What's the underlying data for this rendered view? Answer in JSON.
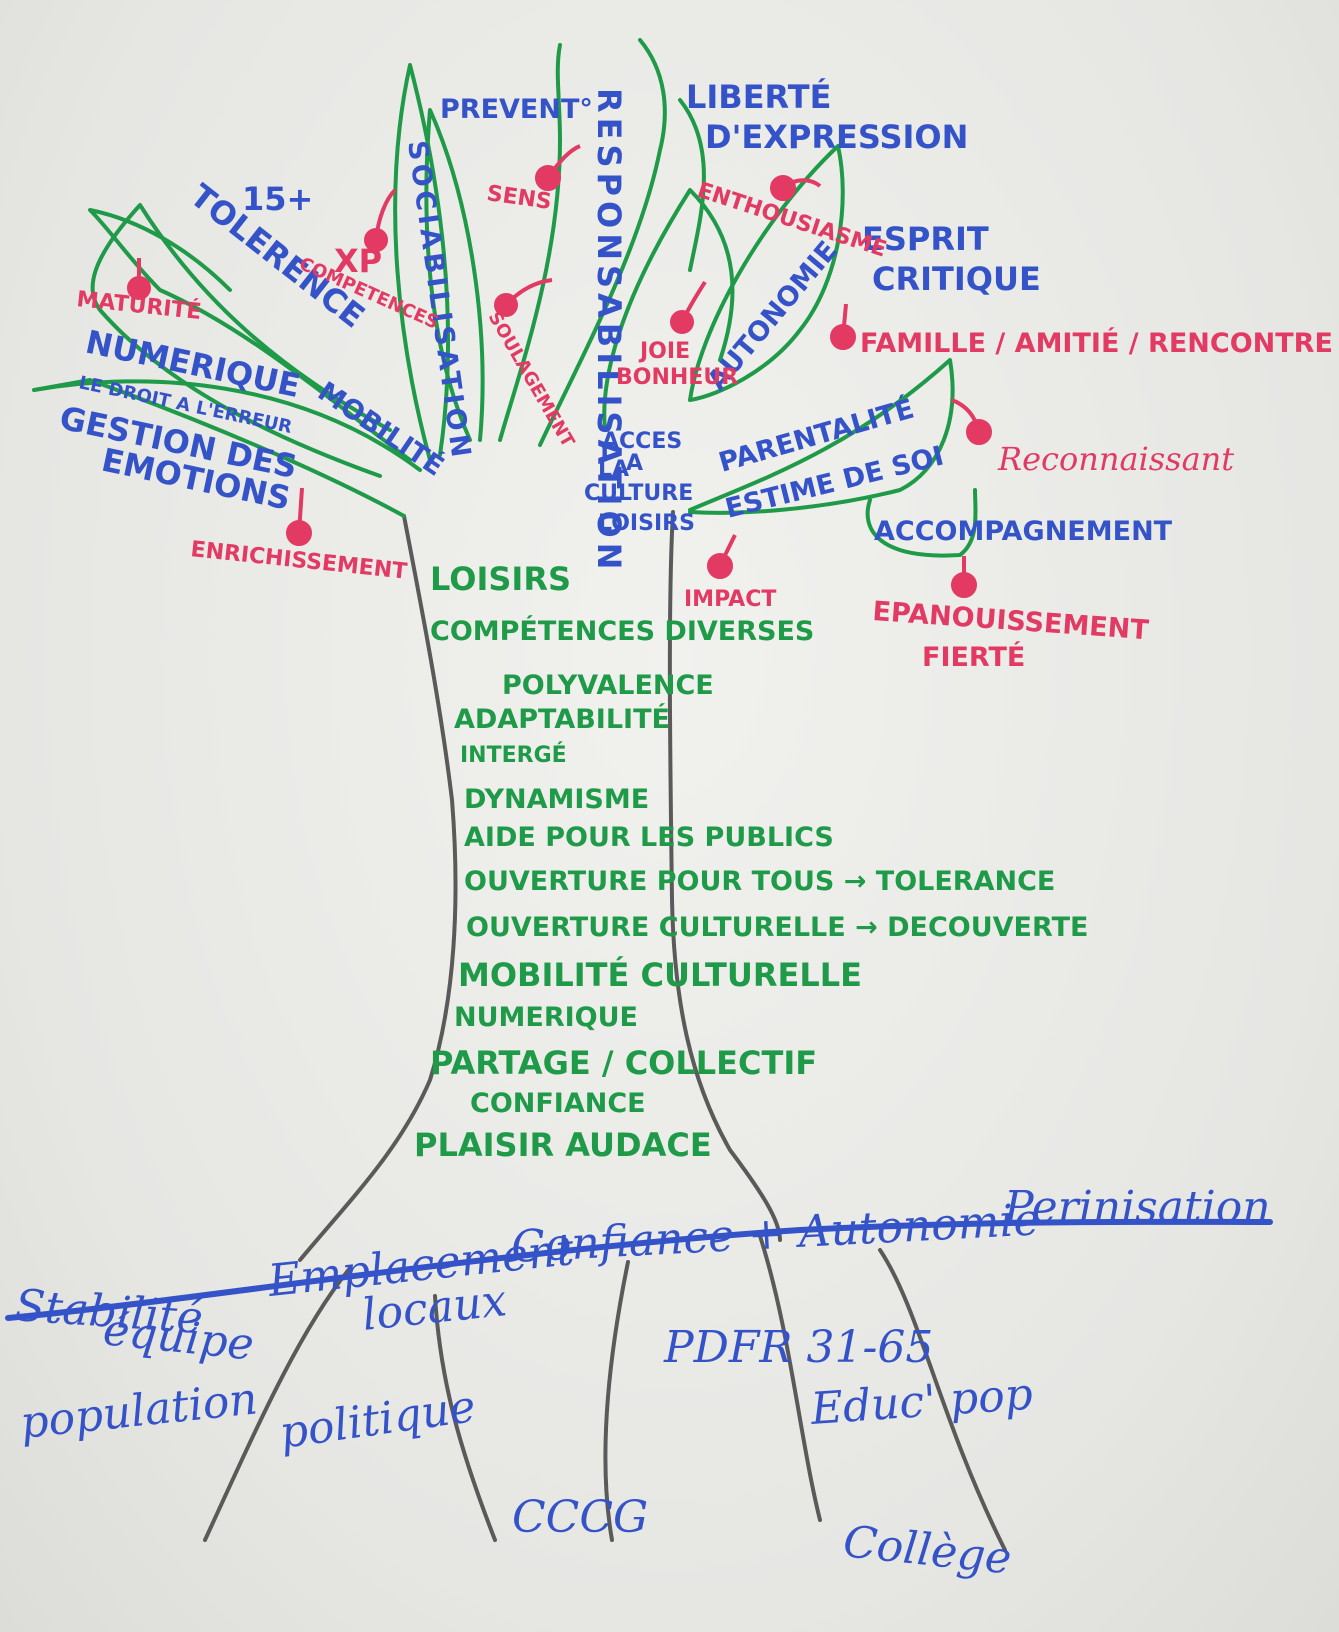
{
  "canopy": {
    "blue": {
      "prevent": "PREVENT°",
      "responsabilisation": "RESPONSABILISATION",
      "liberte": "LIBERTÉ",
      "expression": "D'EXPRESSION",
      "plus15": "15+",
      "tolerance": "TOLERENCE",
      "sociabilisation": "SOCIABILISATION",
      "esprit": "ESPRIT",
      "critique": "CRITIQUE",
      "numerique": "NUMERIQUE",
      "mobilite": "MOBILITÉ",
      "droit_erreur": "LE DROIT A L'ERREUR",
      "gestion": "GESTION DES",
      "emotions": "EMOTIONS",
      "autonomie": "AUTONOMIE",
      "acces": "ACCES",
      "a": "A",
      "la": "LA",
      "culture": "CULTURE",
      "loisirs": "LOISIRS",
      "parentalite": "PARENTALITÉ",
      "estime": "ESTIME DE SOI",
      "accompagnement": "ACCOMPAGNEMENT"
    },
    "pink": {
      "sens": "SENS",
      "enthousiasme": "ENTHOUSIASME",
      "xp": "XP",
      "competences": "COMPETENCES",
      "maturite": "MATURITÉ",
      "soulagement": "SOULAGEMENT",
      "joie": "JOIE",
      "bonheur": "BONHEUR",
      "famille": "FAMILLE / AMITIÉ / RENCONTRE",
      "reconnaissant": "Reconnaissant",
      "enrichissement": "ENRICHISSEMENT",
      "impact": "IMPACT",
      "epanouissement": "EPANOUISSEMENT",
      "fierte": "FIERTÉ"
    }
  },
  "trunk": {
    "items": [
      "LOISIRS",
      "COMPÉTENCES DIVERSES",
      "POLYVALENCE",
      "ADAPTABILITÉ",
      "INTERGÉ",
      "DYNAMISME",
      "AIDE POUR LES PUBLICS",
      "OUVERTURE POUR TOUS → TOLERANCE",
      "OUVERTURE CULTURELLE → DECOUVERTE",
      "MOBILITÉ CULTURELLE",
      "NUMERIQUE",
      "PARTAGE / COLLECTIF",
      "CONFIANCE",
      "PLAISIR   AUDACE"
    ]
  },
  "ground": {
    "stabilite": "Stabilité",
    "emplacement": "Emplacement",
    "confiance_autonomie": "Confiance + Autonomie",
    "perennisation": "Perinisation"
  },
  "roots": {
    "equipe": "équipe",
    "locaux": "locaux",
    "population": "population",
    "politique": "politique",
    "pdfr": "PDFR 31-65",
    "educ": "Educ' pop",
    "cccg": "CCCG",
    "college": "Collège"
  },
  "colors": {
    "blue": "#3553c8",
    "pink": "#e23a63",
    "green": "#1f9a48",
    "trunk": "#555555",
    "paper": "#ecece9"
  }
}
